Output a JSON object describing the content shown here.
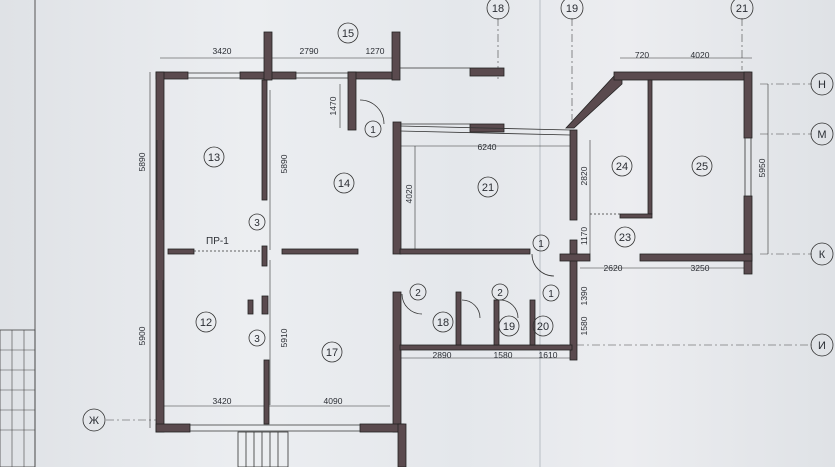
{
  "axes": {
    "top": [
      "18",
      "19",
      "21"
    ],
    "right": [
      "Н",
      "М",
      "К",
      "И"
    ],
    "left": [
      "Ж"
    ]
  },
  "rooms": [
    "13",
    "14",
    "12",
    "17",
    "21",
    "24",
    "25",
    "23",
    "18",
    "19",
    "20",
    "15"
  ],
  "doors": [
    "1",
    "1",
    "1",
    "2",
    "2",
    "3",
    "3"
  ],
  "label_pr": "ПР-1",
  "dims": {
    "top": [
      "3420",
      "2790",
      "1270",
      "720",
      "4020"
    ],
    "left": [
      "5890",
      "5900"
    ],
    "inner": [
      "5890",
      "4020",
      "5910",
      "6240",
      "1470",
      "2820",
      "1170",
      "1390",
      "1580",
      "5950"
    ],
    "bottom": [
      "3420",
      "4090",
      "2890",
      "1580",
      "1610",
      "2620",
      "3250"
    ]
  }
}
